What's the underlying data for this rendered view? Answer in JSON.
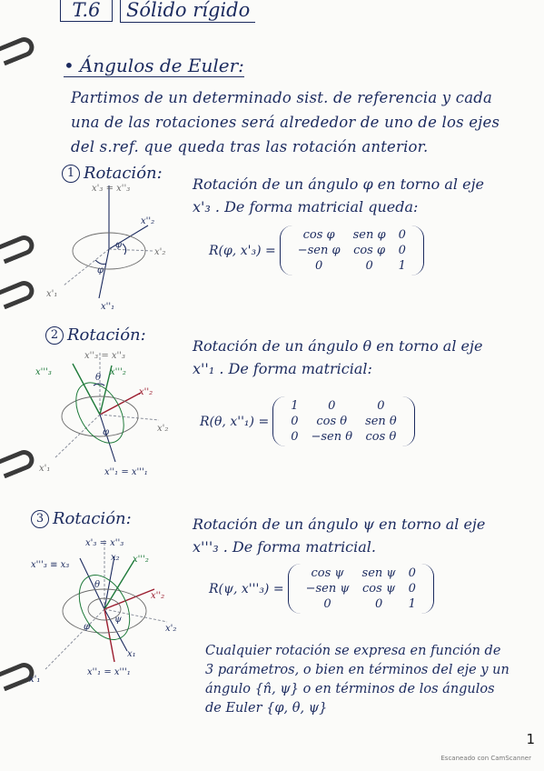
{
  "header": {
    "chapter": "T.6",
    "title": "Sólido rígido"
  },
  "section": {
    "bullet": "•",
    "title": "Ángulos de Euler:"
  },
  "intro": [
    "Partimos de un determinado sist. de referencia y cada",
    "una de las rotaciones será alrededor de uno de los ejes",
    "del s.ref. que queda tras las rotación anterior."
  ],
  "steps": [
    {
      "number": "1",
      "label": "Rotación:",
      "desc": [
        "Rotación de un ángulo φ en torno al eje",
        "x'₃ . De forma matricial queda:"
      ],
      "matrix_label": "R(φ, x'₃) =",
      "matrix": [
        [
          "cos φ",
          "sen φ",
          "0"
        ],
        [
          "−sen φ",
          "cos φ",
          "0"
        ],
        [
          "0",
          "0",
          "1"
        ]
      ],
      "axes": {
        "top": "x'₃ = x''₃",
        "right_upper": "x''₂",
        "right_lower": "x'₂",
        "bottom_left": "x'₁",
        "bottom": "x''₁",
        "angle_a": "φ",
        "angle_b": "φ"
      }
    },
    {
      "number": "2",
      "label": "Rotación:",
      "desc": [
        "Rotación de un ángulo θ en torno al eje",
        "x''₁ . De forma matricial:"
      ],
      "matrix_label": "R(θ, x''₁) =",
      "matrix": [
        [
          "1",
          "0",
          "0"
        ],
        [
          "0",
          "cos θ",
          "sen θ"
        ],
        [
          "0",
          "−sen θ",
          "cos θ"
        ]
      ],
      "axes": {
        "top": "x''₃ = x''₃",
        "top_left": "x'''₃",
        "top_right": "x'''₂",
        "right": "x''₂",
        "far_right": "x'₂",
        "bottom_left": "x'₁",
        "bottom": "x''₁ = x'''₁",
        "angle_a": "θ",
        "angle_b": "φ"
      }
    },
    {
      "number": "3",
      "label": "Rotación:",
      "desc": [
        "Rotación de un ángulo ψ en torno al eje",
        "x'''₃ . De forma matricial."
      ],
      "matrix_label": "R(ψ, x'''₃) =",
      "matrix": [
        [
          "cos ψ",
          "sen ψ",
          "0"
        ],
        [
          "−sen ψ",
          "cos ψ",
          "0"
        ],
        [
          "0",
          "0",
          "1"
        ]
      ],
      "axes": {
        "top": "x'₃ = x''₃",
        "top_left": "x'''₃ ≡ x₃",
        "top_mid": "x₂",
        "top_right": "x'''₂",
        "right": "x''₂",
        "far_right": "x'₂",
        "bottom_left": "x'₁",
        "bottom_right": "x₁",
        "bottom": "x''₁ = x'''₁",
        "angle_a": "θ",
        "angle_b": "ψ",
        "angle_c": "φ"
      }
    }
  ],
  "conclusion": [
    "Cualquier rotación se expresa en función de",
    "3 parámetros, o bien en términos del eje y un",
    "ángulo {n̂, ψ} o en términos de los ángulos",
    "de Euler {φ, θ, ψ}"
  ],
  "page_number": "1",
  "watermark": "Escaneado con CamScanner"
}
